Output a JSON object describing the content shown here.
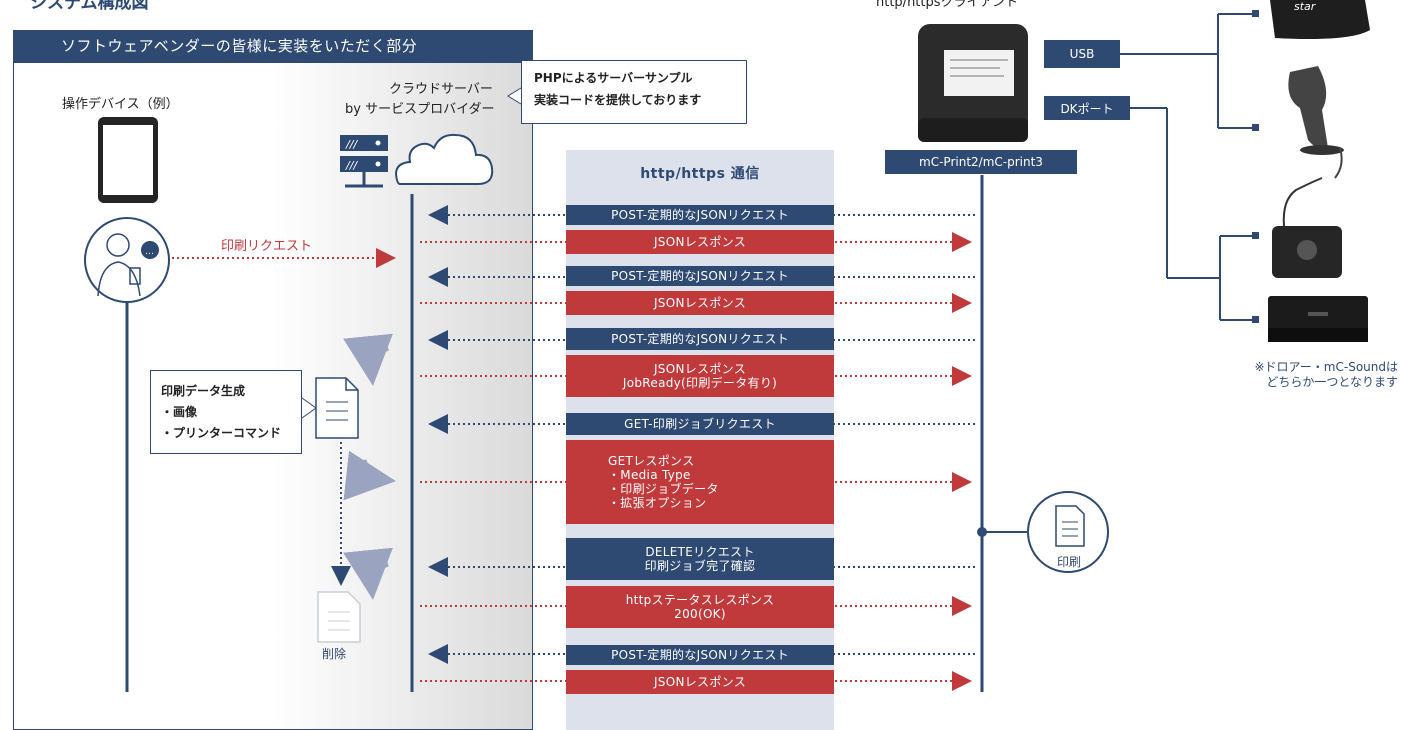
{
  "top": {
    "section_title": "システム構成図",
    "client_label": "http/httpsクライアント"
  },
  "vendor_section": {
    "header": "ソフトウェアベンダーの皆様に実装をいただく部分",
    "device_label": "操作デバイス（例）",
    "server_label_1": "クラウドサーバー",
    "server_label_2": "by サービスプロバイダー",
    "callout_line1": "PHPによるサーバーサンプル",
    "callout_line2": "実装コードを提供しております",
    "print_request": "印刷リクエスト",
    "data_gen_title": "印刷データ生成",
    "data_gen_items": [
      "・画像",
      "・プリンターコマンド"
    ],
    "delete_label": "削除"
  },
  "comm": {
    "title": "http/https 通信",
    "messages": [
      {
        "kind": "req",
        "line1": "POST-定期的なJSONリクエスト",
        "line2": ""
      },
      {
        "kind": "res",
        "line1": "JSONレスポンス",
        "line2": ""
      },
      {
        "kind": "req",
        "line1": "POST-定期的なJSONリクエスト",
        "line2": ""
      },
      {
        "kind": "res",
        "line1": "JSONレスポンス",
        "line2": ""
      },
      {
        "kind": "req",
        "line1": "POST-定期的なJSONリクエスト",
        "line2": ""
      },
      {
        "kind": "res",
        "line1": "JSONレスポンス",
        "line2": "JobReady(印刷データ有り)"
      },
      {
        "kind": "req",
        "line1": "GET-印刷ジョブリクエスト",
        "line2": ""
      },
      {
        "kind": "res",
        "line1": "GETレスポンス",
        "line2": ""
      },
      {
        "kind": "req",
        "line1": "DELETEリクエスト",
        "line2": "印刷ジョブ完了確認"
      },
      {
        "kind": "res",
        "line1": "httpステータスレスポンス",
        "line2": "200(OK)"
      },
      {
        "kind": "req",
        "line1": "POST-定期的なJSONリクエスト",
        "line2": ""
      },
      {
        "kind": "res",
        "line1": "JSONレスポンス",
        "line2": ""
      }
    ],
    "get_response_items": [
      "・Media Type",
      "・印刷ジョブデータ",
      "・拡張オプション"
    ]
  },
  "printer": {
    "model_label": "mC-Print2/mC-print3",
    "usb_label": "USB",
    "dk_label": "DKポート",
    "print_label": "印刷",
    "note_line1": "※ドロアー・mC-Soundは",
    "note_line2": "どちらか一つとなります"
  },
  "colors": {
    "navy": "#2e4a73",
    "red": "#c0393b",
    "band": "#dde1ec"
  }
}
